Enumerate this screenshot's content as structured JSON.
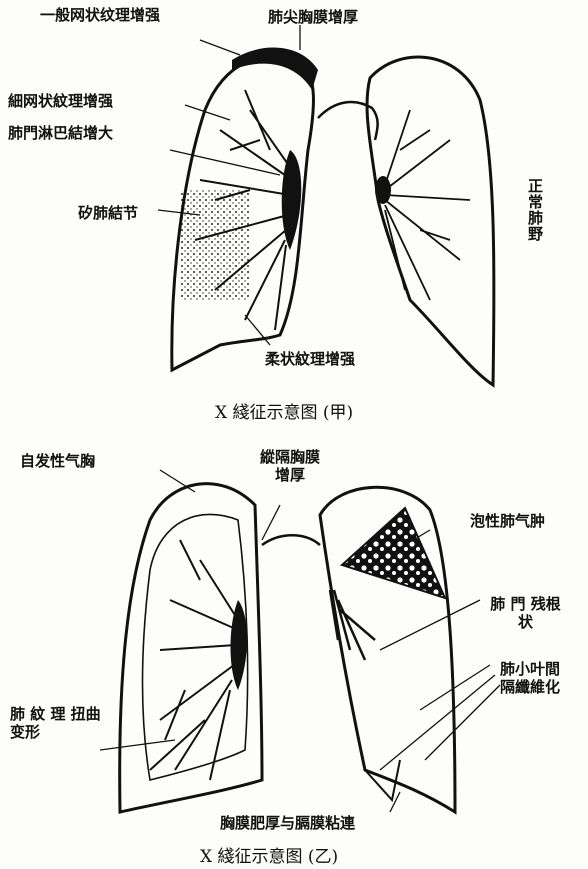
{
  "figure_a": {
    "labels": {
      "reticular_general": "一般网状纹理增强",
      "apical_pleura": "肺尖胸膜增厚",
      "fine_reticular": "細网状紋理增强",
      "hilar_nodes": "肺門淋巴結增大",
      "silicotic_nodules": "矽肺結节",
      "flocculent": "柔状紋理增强",
      "normal_lung": "正常肺野"
    },
    "caption": "X 綫征示意图 (甲)"
  },
  "figure_b": {
    "labels": {
      "pneumothorax": "自发性气胸",
      "mediastinal_pleura": "縱隔胸膜增厚",
      "bullous_emphysema": "泡性肺气肿",
      "hilar_stump": "肺 門 残根状",
      "interlobular_fibrosis": "肺小叶間 隔纖維化",
      "lung_marking_distortion": "肺 紋 理 扭曲变形",
      "pleural_thickening": "胸膜肥厚与膈膜粘連"
    },
    "caption": "X 綫征示意图 (乙)"
  }
}
